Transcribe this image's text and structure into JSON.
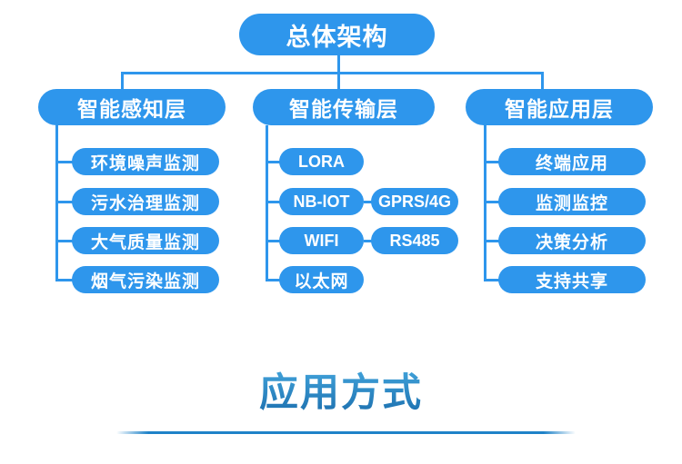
{
  "tree": {
    "root_label": "总体架构",
    "branches": [
      {
        "title": "智能感知层",
        "items": [
          "环境噪声监测",
          "污水治理监测",
          "大气质量监测",
          "烟气污染监测"
        ]
      },
      {
        "title": "智能传输层",
        "items": [
          "LORA",
          "NB-lOT",
          "WIFI",
          "以太网"
        ],
        "sub_items": [
          {
            "parent": "NB-lOT",
            "label": "GPRS/4G"
          },
          {
            "parent": "WIFI",
            "label": "RS485"
          }
        ]
      },
      {
        "title": "智能应用层",
        "items": [
          "终端应用",
          "监测监控",
          "决策分析",
          "支持共享"
        ]
      }
    ]
  },
  "section": {
    "title": "应用方式"
  },
  "colors": {
    "node_blue": "#2E96EC",
    "title_gradient_top": "#47ABE1",
    "title_gradient_bottom": "#1A6DAC",
    "divider": "#1E82C8"
  }
}
